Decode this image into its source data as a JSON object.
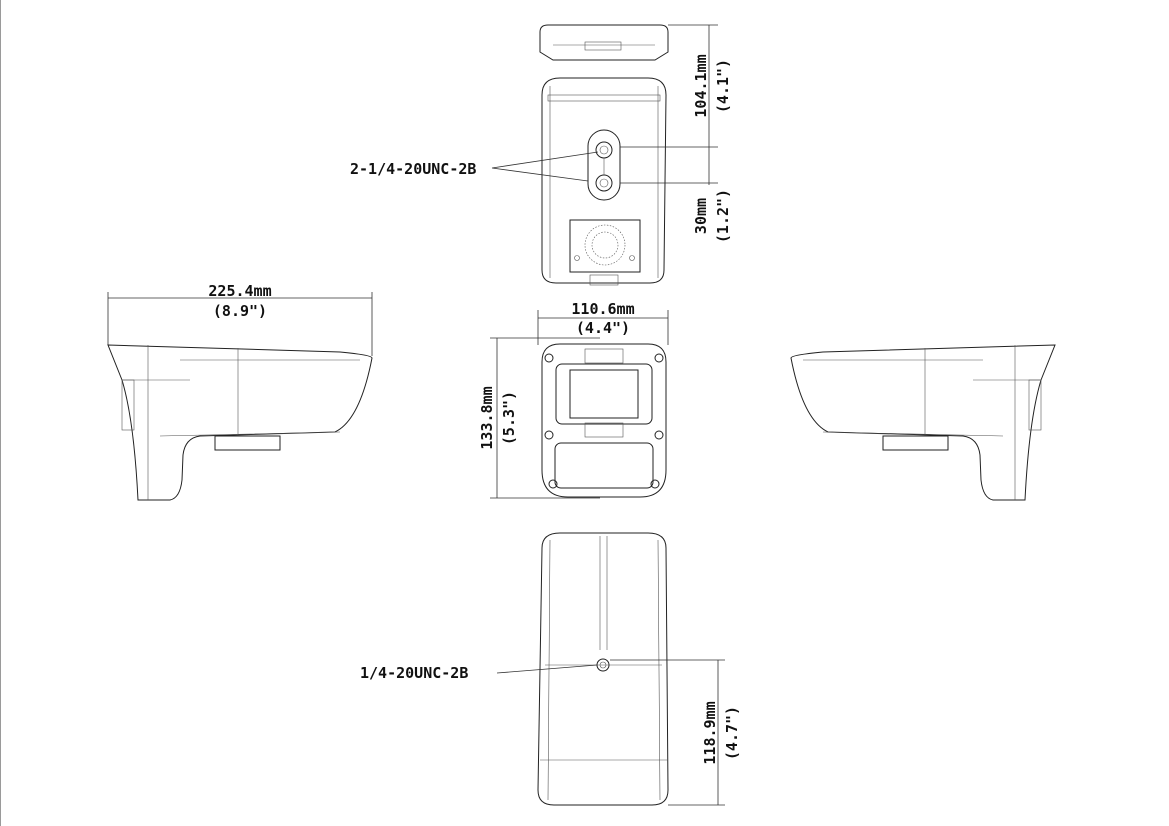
{
  "drawing": {
    "top_view": {
      "height_dim": "104.1mm",
      "height_dim_in": "(4.1\")",
      "spacing_dim": "30mm",
      "spacing_dim_in": "(1.2\")",
      "mount_label": "2-1/4-20UNC-2B"
    },
    "side_view": {
      "length_dim": "225.4mm",
      "length_dim_in": "(8.9\")"
    },
    "front_view": {
      "width_dim": "110.6mm",
      "width_dim_in": "(4.4\")",
      "height_dim": "133.8mm",
      "height_dim_in": "(5.3\")"
    },
    "bottom_view": {
      "mount_label": "1/4-20UNC-2B",
      "offset_dim": "118.9mm",
      "offset_dim_in": "(4.7\")"
    }
  }
}
